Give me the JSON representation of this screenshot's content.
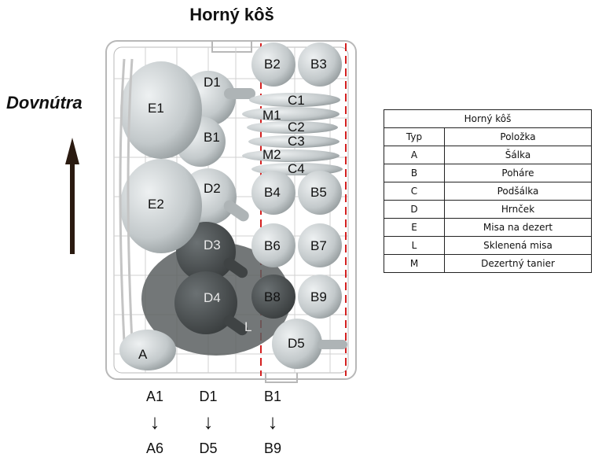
{
  "title": "Horný kôš",
  "side_label": "Dovnútra",
  "basket_labels": {
    "E1": "E1",
    "E2": "E2",
    "D1": "D1",
    "B1": "B1",
    "D2": "D2",
    "D3": "D3",
    "D4": "D4",
    "B2": "B2",
    "B3": "B3",
    "C1": "C1",
    "M1": "M1",
    "C2": "C2",
    "C3": "C3",
    "M2": "M2",
    "C4": "C4",
    "B4": "B4",
    "B5": "B5",
    "B6": "B6",
    "B7": "B7",
    "B8": "B8",
    "B9": "B9",
    "D5": "D5",
    "A": "A",
    "L": "L"
  },
  "sequences": [
    {
      "from": "A1",
      "to": "A6"
    },
    {
      "from": "D1",
      "to": "D5"
    },
    {
      "from": "B1",
      "to": "B9"
    }
  ],
  "legend": {
    "title": "Horný kôš",
    "col_type": "Typ",
    "col_item": "Položka",
    "rows": [
      {
        "type": "A",
        "item": "Šálka"
      },
      {
        "type": "B",
        "item": "Poháre"
      },
      {
        "type": "C",
        "item": "Podšálka"
      },
      {
        "type": "D",
        "item": "Hrnček"
      },
      {
        "type": "E",
        "item": "Misa na dezert"
      },
      {
        "type": "L",
        "item": "Sklenená misa"
      },
      {
        "type": "M",
        "item": "Dezertný tanier"
      }
    ]
  },
  "colors": {
    "wire": "#b8b8b8",
    "dish_light": "#c9ced0",
    "dish_dark": "#4a4f50",
    "marker_red": "#d42020"
  }
}
